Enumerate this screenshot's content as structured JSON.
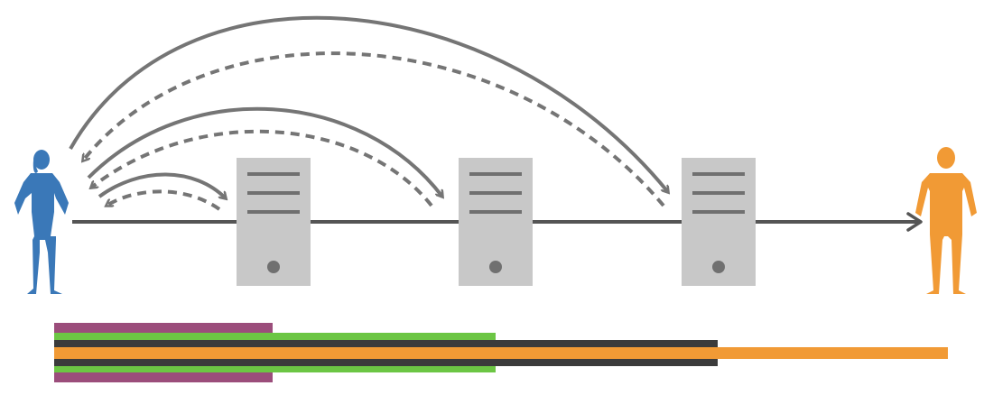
{
  "diagram": {
    "kind": "onion-routing-circuit",
    "sender": {
      "icon": "woman-person-icon",
      "color": "#3a78b8"
    },
    "receiver": {
      "icon": "man-person-icon",
      "color": "#f19a35"
    },
    "relays": [
      {
        "icon": "server-icon"
      },
      {
        "icon": "server-icon"
      },
      {
        "icon": "server-icon"
      }
    ],
    "server_color": "#c8c8c8",
    "server_detail_color": "#707070",
    "main_line_color": "#555555",
    "arrow_color": "#757575",
    "handshakes": [
      {
        "to_relay": 1,
        "request_style": "solid",
        "response_style": "dashed"
      },
      {
        "to_relay": 2,
        "request_style": "solid",
        "response_style": "dashed"
      },
      {
        "to_relay": 3,
        "request_style": "solid",
        "response_style": "dashed"
      }
    ],
    "encryption_layers": [
      {
        "name": "relay-1-layer",
        "color": "#9b4d7b",
        "ends_at_relay": 1
      },
      {
        "name": "relay-2-layer",
        "color": "#6cc644",
        "ends_at_relay": 2
      },
      {
        "name": "relay-3-layer",
        "color": "#3b3b3b",
        "ends_at_relay": 3
      },
      {
        "name": "payload",
        "color": "#f19a35",
        "ends_at": "receiver"
      }
    ]
  }
}
